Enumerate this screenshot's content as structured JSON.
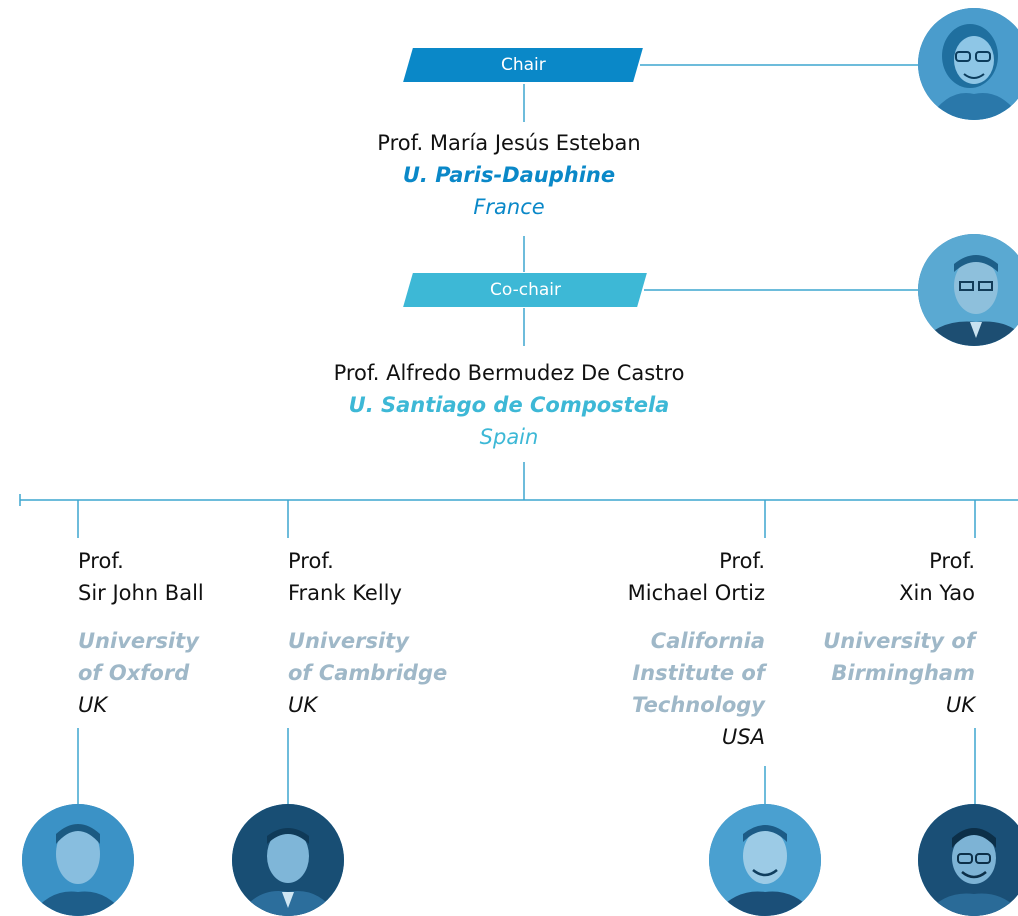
{
  "chair": {
    "badge": "Chair",
    "name": "Prof. María Jesús Esteban",
    "institution": "U. Paris-Dauphine",
    "country": "France",
    "photo_icon": "portrait-woman-glasses"
  },
  "cochair": {
    "badge": "Co-chair",
    "name": "Prof. Alfredo Bermudez De Castro",
    "institution": "U. Santiago de Compostela",
    "country": "Spain",
    "photo_icon": "portrait-man-glasses"
  },
  "members": [
    {
      "title": "Prof.",
      "name": "Sir John Ball",
      "institution_lines": [
        "University",
        "of Oxford"
      ],
      "country": "UK",
      "photo_icon": "portrait-man"
    },
    {
      "title": "Prof.",
      "name": "Frank Kelly",
      "institution_lines": [
        "University",
        "of Cambridge"
      ],
      "country": "UK",
      "photo_icon": "portrait-man"
    },
    {
      "title": "Prof.",
      "name": "Michael Ortiz",
      "institution_lines": [
        "California",
        "Institute of",
        "Technology"
      ],
      "country": "USA",
      "photo_icon": "portrait-man-smiling"
    },
    {
      "title": "Prof.",
      "name": "Xin Yao",
      "institution_lines": [
        "University of",
        "Birmingham"
      ],
      "country": "UK",
      "photo_icon": "portrait-man-glasses"
    }
  ],
  "colors": {
    "chair_blue": "#0a88c8",
    "cochair_cyan": "#3db8d6",
    "connector": "#3da6cf",
    "member_institution": "#9fb8c8"
  }
}
